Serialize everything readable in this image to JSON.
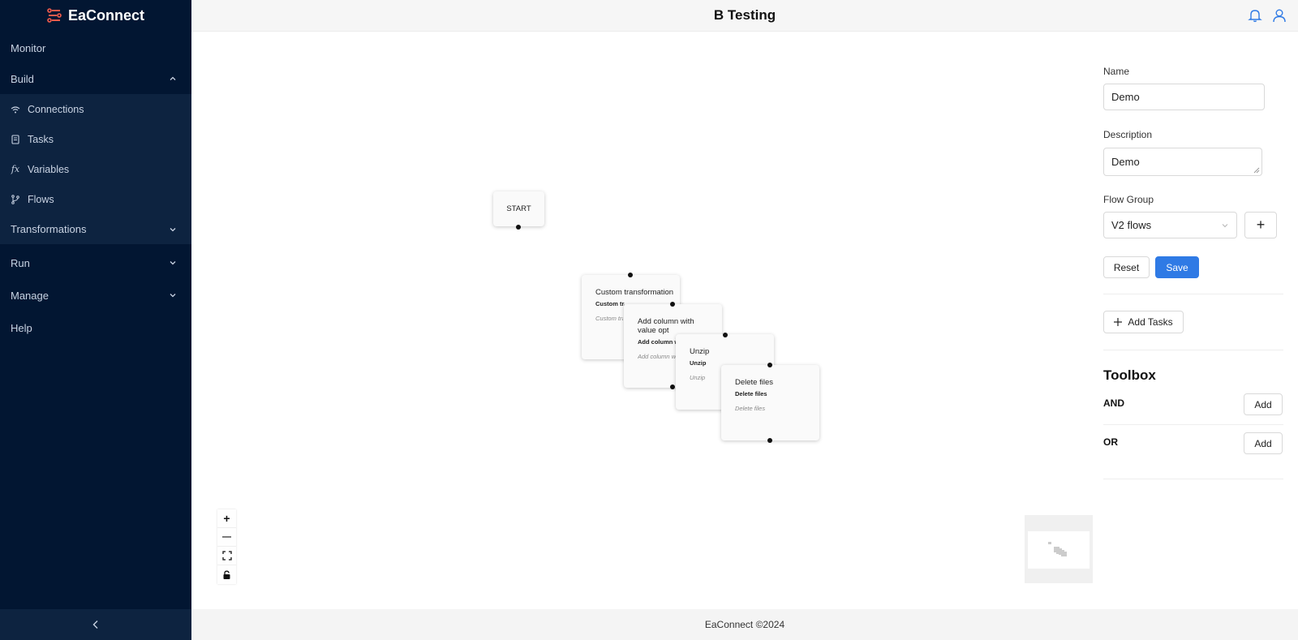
{
  "app": {
    "brand": "EaConnect",
    "page_title": "B Testing",
    "footer": "EaConnect ©2024"
  },
  "sidebar": {
    "monitor": "Monitor",
    "build": "Build",
    "build_items": [
      "Connections",
      "Tasks",
      "Variables",
      "Flows"
    ],
    "transformations": "Transformations",
    "run": "Run",
    "manage": "Manage",
    "help": "Help"
  },
  "canvas": {
    "start_label": "START",
    "nodes": [
      {
        "title": "Custom transformation",
        "subtitle": "Custom transformation",
        "description": "Custom transformation"
      },
      {
        "title": "Add column with value opt",
        "subtitle": "Add column with value opt",
        "description": "Add column with value opt"
      },
      {
        "title": "Unzip",
        "subtitle": "Unzip",
        "description": "Unzip"
      },
      {
        "title": "Delete files",
        "subtitle": "Delete files",
        "description": "Delete files"
      }
    ],
    "zoom_in": "+",
    "zoom_out": "—"
  },
  "form": {
    "name_label": "Name",
    "name_value": "Demo",
    "description_label": "Description",
    "description_value": "Demo",
    "flow_group_label": "Flow Group",
    "flow_group_value": "V2 flows",
    "add_group": "+",
    "reset": "Reset",
    "save": "Save",
    "add_tasks": "Add Tasks"
  },
  "toolbox": {
    "title": "Toolbox",
    "items": [
      {
        "label": "AND",
        "action": "Add"
      },
      {
        "label": "OR",
        "action": "Add"
      }
    ]
  },
  "colors": {
    "sidebar_bg": "#021632",
    "primary": "#2f7ae5",
    "brand_icon": "#f25c4c",
    "header_icon": "#2f7ae5"
  }
}
